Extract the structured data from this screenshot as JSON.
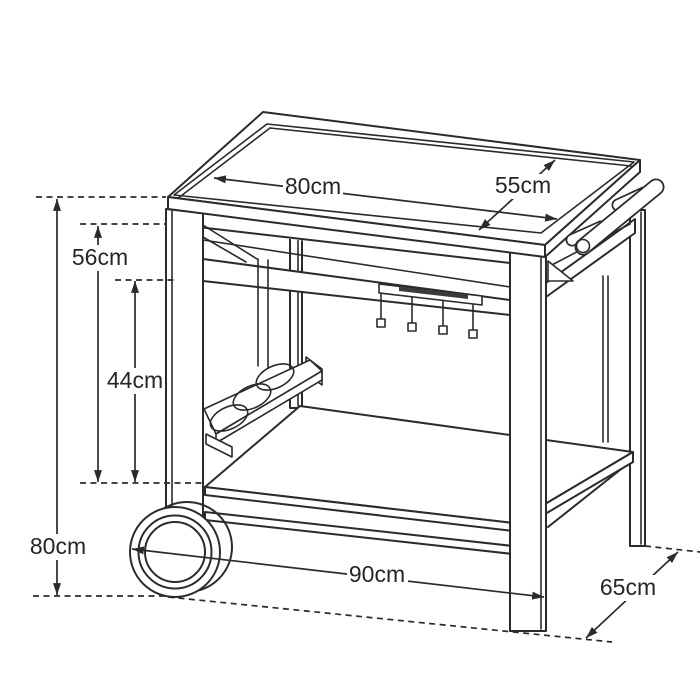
{
  "diagram": {
    "type": "technical-dimension-drawing",
    "subject": "serving trolley line drawing with dimension annotations",
    "background_color": "#ffffff",
    "line_color": "#2b2b2b",
    "dimensions": {
      "top_width_label": "80cm",
      "top_depth_label": "55cm",
      "upper_section_height_label": "56cm",
      "lower_section_height_label": "44cm",
      "overall_height_label": "80cm",
      "overall_width_label": "90cm",
      "overall_depth_label": "65cm"
    }
  }
}
